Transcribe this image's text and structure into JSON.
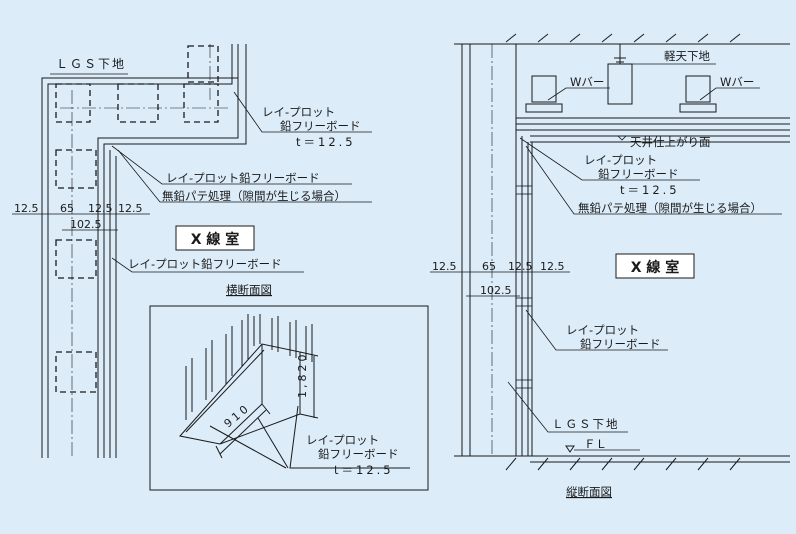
{
  "left_plan": {
    "lgs_label": "ＬＧＳ下地",
    "board_label_1": "レイ-プロット",
    "board_label_2": "鉛フリーボード",
    "thickness": "t＝12.5",
    "board_label_full_1": "レイ-プロット鉛フリーボード",
    "putty_note": "無鉛パテ処理（隙間が生じる場合）",
    "dim_row": [
      "12.5",
      "65",
      "12.5",
      "12.5"
    ],
    "dim_total": "102.5",
    "board_label_full_2": "レイ-プロット鉛フリーボード",
    "room": "X 線 室",
    "caption": "横断面図"
  },
  "inset": {
    "height_dim": "1,820",
    "width_dim": "910",
    "board_label_1": "レイ-プロット",
    "board_label_2": "鉛フリーボード",
    "thickness": "t＝12.5"
  },
  "right_section": {
    "ceiling_label": "軽天下地",
    "wbar_left": "Wバー",
    "wbar_right": "Wバー",
    "ceiling_finish": "天井仕上がり面",
    "board_label_1": "レイ-プロット",
    "board_label_2": "鉛フリーボード",
    "thickness": "t＝12.5",
    "putty_note": "無鉛パテ処理（隙間が生じる場合）",
    "dim_row": [
      "12.5",
      "65",
      "12.5",
      "12.5"
    ],
    "dim_total": "102.5",
    "board_label_3": "レイ-プロット",
    "board_label_4": "鉛フリーボード",
    "lgs_label": "ＬＧＳ下地",
    "floor_label": "ＦＬ",
    "room": "X 線 室",
    "caption": "縦断面図"
  },
  "colors": {
    "background": "#dcecf9",
    "line": "#1a1a1a",
    "room_box": "#ffffff"
  }
}
